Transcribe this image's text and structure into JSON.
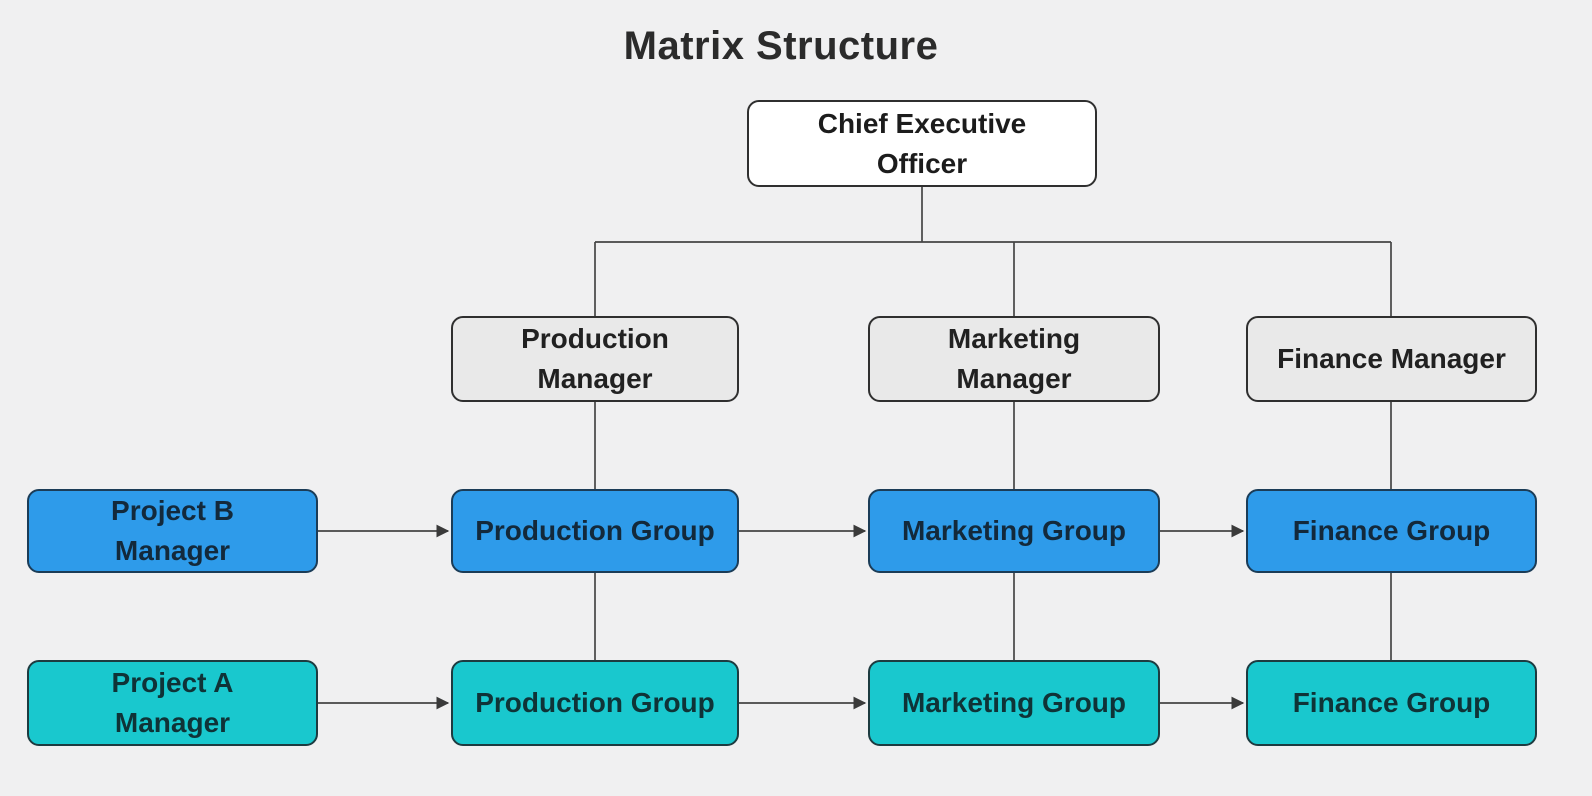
{
  "title": "Matrix Structure",
  "colors": {
    "background": "#f0f0f1",
    "connector_line": "#454545",
    "arrowhead": "#3a3a3a",
    "title_text": "#2b2b2b",
    "ceo_fill": "#ffffff",
    "ceo_border": "#2f2f2f",
    "ceo_text": "#1c1c1c",
    "functional_fill": "#e9e9e9",
    "functional_border": "#2f2f2f",
    "functional_text": "#212121",
    "project_b_fill": "#2e9bea",
    "project_b_border": "#1b3c57",
    "project_b_text": "#13293b",
    "project_a_fill": "#19c8ce",
    "project_a_border": "#1d3b40",
    "project_a_text": "#0f3337"
  },
  "diagram": {
    "type": "matrix-org-chart",
    "ceo": {
      "id": "ceo",
      "label": "Chief Executive\nOfficer"
    },
    "functional_managers": [
      {
        "id": "production-manager",
        "label": "Production\nManager"
      },
      {
        "id": "marketing-manager",
        "label": "Marketing\nManager"
      },
      {
        "id": "finance-manager",
        "label": "Finance Manager"
      }
    ],
    "project_rows": [
      {
        "id": "project-b",
        "manager_label": "Project B\nManager",
        "groups": [
          "Production Group",
          "Marketing Group",
          "Finance Group"
        ]
      },
      {
        "id": "project-a",
        "manager_label": "Project A\nManager",
        "groups": [
          "Production Group",
          "Marketing Group",
          "Finance Group"
        ]
      }
    ],
    "edges": [
      {
        "from": "ceo",
        "to": "production-manager",
        "style": "line"
      },
      {
        "from": "ceo",
        "to": "marketing-manager",
        "style": "line"
      },
      {
        "from": "ceo",
        "to": "finance-manager",
        "style": "line"
      },
      {
        "from": "production-manager",
        "to": "production-group-row-b",
        "style": "line"
      },
      {
        "from": "marketing-manager",
        "to": "marketing-group-row-b",
        "style": "line"
      },
      {
        "from": "finance-manager",
        "to": "finance-group-row-b",
        "style": "line"
      },
      {
        "from": "production-group-row-b",
        "to": "production-group-row-a",
        "style": "line"
      },
      {
        "from": "marketing-group-row-b",
        "to": "marketing-group-row-a",
        "style": "line"
      },
      {
        "from": "finance-group-row-b",
        "to": "finance-group-row-a",
        "style": "line"
      },
      {
        "from": "project-b-manager",
        "to": "production-group-row-b",
        "style": "arrow"
      },
      {
        "from": "production-group-row-b",
        "to": "marketing-group-row-b",
        "style": "arrow"
      },
      {
        "from": "marketing-group-row-b",
        "to": "finance-group-row-b",
        "style": "arrow"
      },
      {
        "from": "project-a-manager",
        "to": "production-group-row-a",
        "style": "arrow"
      },
      {
        "from": "production-group-row-a",
        "to": "marketing-group-row-a",
        "style": "arrow"
      },
      {
        "from": "marketing-group-row-a",
        "to": "finance-group-row-a",
        "style": "arrow"
      }
    ]
  }
}
